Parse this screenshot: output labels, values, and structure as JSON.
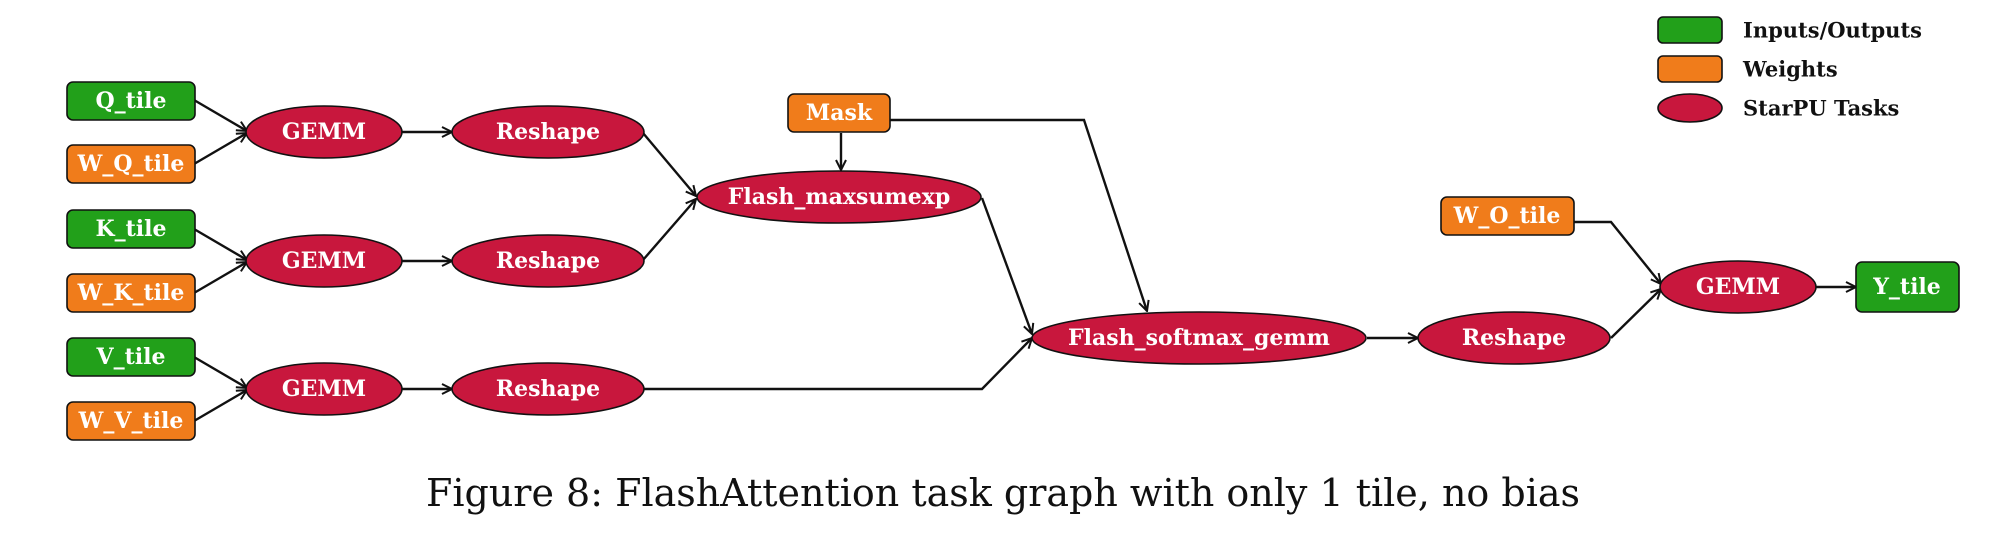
{
  "colors": {
    "io": "#22a01a",
    "weight": "#f07c1b",
    "task": "#c8173d",
    "stroke": "#111111"
  },
  "legend": [
    {
      "label": "Inputs/Outputs",
      "kind": "io"
    },
    {
      "label": "Weights",
      "kind": "weight"
    },
    {
      "label": "StarPU Tasks",
      "kind": "task"
    }
  ],
  "nodes": {
    "q_tile": {
      "label": "Q_tile",
      "kind": "io"
    },
    "wq_tile": {
      "label": "W_Q_tile",
      "kind": "weight"
    },
    "k_tile": {
      "label": "K_tile",
      "kind": "io"
    },
    "wk_tile": {
      "label": "W_K_tile",
      "kind": "weight"
    },
    "v_tile": {
      "label": "V_tile",
      "kind": "io"
    },
    "wv_tile": {
      "label": "W_V_tile",
      "kind": "weight"
    },
    "gemm_q": {
      "label": "GEMM",
      "kind": "task"
    },
    "gemm_k": {
      "label": "GEMM",
      "kind": "task"
    },
    "gemm_v": {
      "label": "GEMM",
      "kind": "task"
    },
    "reshape_q": {
      "label": "Reshape",
      "kind": "task"
    },
    "reshape_k": {
      "label": "Reshape",
      "kind": "task"
    },
    "reshape_v": {
      "label": "Reshape",
      "kind": "task"
    },
    "mask": {
      "label": "Mask",
      "kind": "weight"
    },
    "flash_maxsumexp": {
      "label": "Flash_maxsumexp",
      "kind": "task"
    },
    "flash_softmax_gemm": {
      "label": "Flash_softmax_gemm",
      "kind": "task"
    },
    "reshape_out": {
      "label": "Reshape",
      "kind": "task"
    },
    "wo_tile": {
      "label": "W_O_tile",
      "kind": "weight"
    },
    "gemm_out": {
      "label": "GEMM",
      "kind": "task"
    },
    "y_tile": {
      "label": "Y_tile",
      "kind": "io"
    }
  },
  "edges": [
    [
      "q_tile",
      "gemm_q"
    ],
    [
      "wq_tile",
      "gemm_q"
    ],
    [
      "gemm_q",
      "reshape_q"
    ],
    [
      "k_tile",
      "gemm_k"
    ],
    [
      "wk_tile",
      "gemm_k"
    ],
    [
      "gemm_k",
      "reshape_k"
    ],
    [
      "v_tile",
      "gemm_v"
    ],
    [
      "wv_tile",
      "gemm_v"
    ],
    [
      "gemm_v",
      "reshape_v"
    ],
    [
      "reshape_q",
      "flash_maxsumexp"
    ],
    [
      "reshape_k",
      "flash_maxsumexp"
    ],
    [
      "mask",
      "flash_maxsumexp"
    ],
    [
      "mask",
      "flash_softmax_gemm"
    ],
    [
      "flash_maxsumexp",
      "flash_softmax_gemm"
    ],
    [
      "reshape_v",
      "flash_softmax_gemm"
    ],
    [
      "flash_softmax_gemm",
      "reshape_out"
    ],
    [
      "reshape_out",
      "gemm_out"
    ],
    [
      "wo_tile",
      "gemm_out"
    ],
    [
      "gemm_out",
      "y_tile"
    ]
  ],
  "caption": "Figure 8: FlashAttention task graph with only 1 tile, no bias"
}
